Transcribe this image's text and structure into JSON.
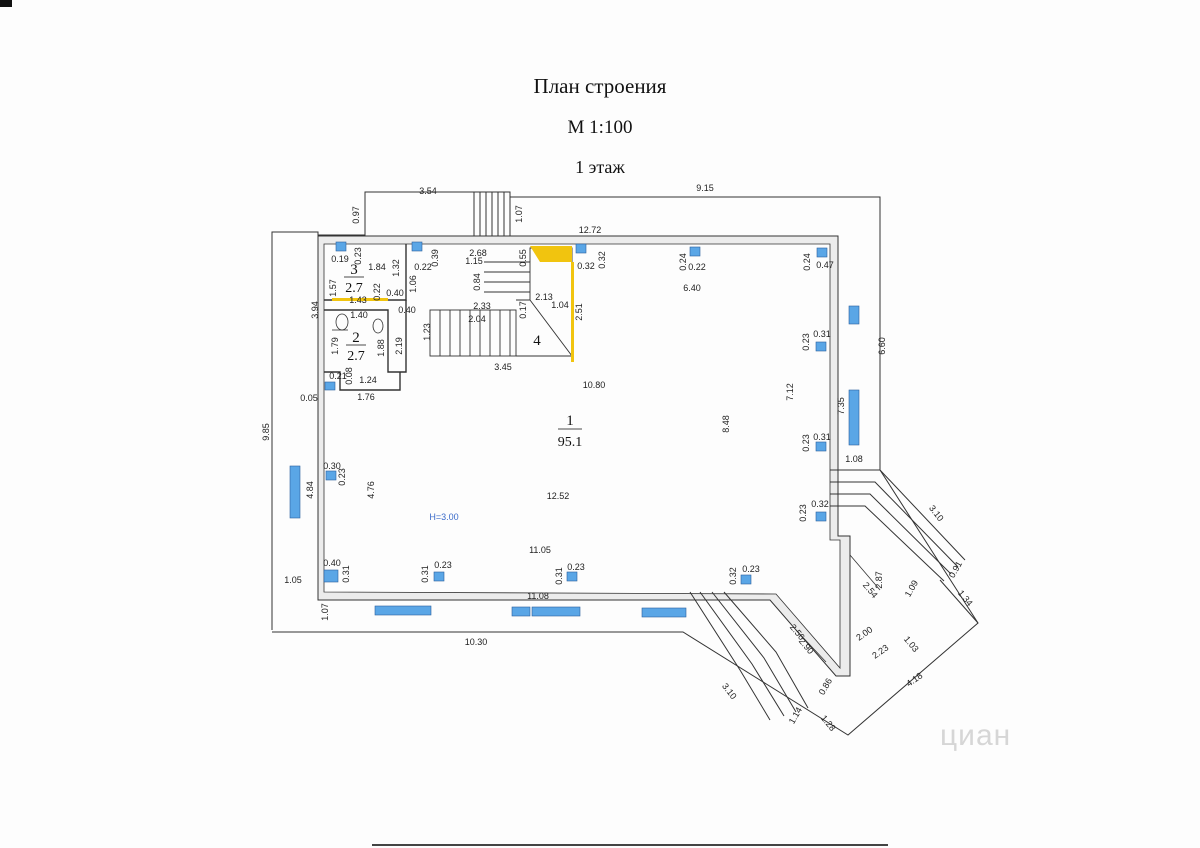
{
  "header": {
    "title": "План строения",
    "scale": "М 1:100",
    "floor": "1 этаж"
  },
  "rooms": [
    {
      "number": "1",
      "area": "95.1"
    },
    {
      "number": "2",
      "area": "2.7"
    },
    {
      "number": "3",
      "area": "2.7"
    },
    {
      "number": "4",
      "area": ""
    }
  ],
  "ceiling_height": "Н=3.00",
  "watermark": "циан",
  "colors": {
    "window": "#5aa6e6",
    "stair_highlight": "#f1c40f",
    "wall": "#cfcfcf"
  },
  "dimensions": {
    "d3_54": "3.54",
    "d9_15": "9.15",
    "d0_97": "0.97",
    "d1_07t": "1.07",
    "d12_72": "12.72",
    "d2_68": "2.68",
    "d0_39": "0.39",
    "d0_55": "0.55",
    "d0_32a": "0.32",
    "d0_32b": "0.32",
    "d0_24a": "0.24",
    "d0_22a": "0.22",
    "d0_24b": "0.24",
    "d0_47": "0.47",
    "d6_40": "6.40",
    "d0_19": "0.19",
    "d0_23a": "0.23",
    "d1_84": "1.84",
    "d1_32": "1.32",
    "d0_22b": "0.22",
    "d1_57": "1.57",
    "d1_06": "1.06",
    "d1_15": "1.15",
    "d0_84": "0.84",
    "d1_43": "1.43",
    "d0_40a": "0.40",
    "d0_22c": "0.22",
    "d2_13": "2.13",
    "d1_04": "1.04",
    "d2_33": "2.33",
    "d0_17": "0.17",
    "d3_94": "3.94",
    "d1_40": "1.40",
    "d0_40b": "0.40",
    "d2_04": "2.04",
    "d2_51": "2.51",
    "d1_23": "1.23",
    "d1_79": "1.79",
    "d1_88": "1.88",
    "d2_19": "2.19",
    "d0_31a": "0.31",
    "d0_23b": "0.23",
    "d6_60": "6.60",
    "d3_45": "3.45",
    "d0_08": "0.08",
    "d0_21": "0.21",
    "d1_24": "1.24",
    "d10_80": "10.80",
    "d7_12": "7.12",
    "d0_05": "0.05",
    "d1_76": "1.76",
    "d7_35": "7.35",
    "d9_85": "9.85",
    "d8_48": "8.48",
    "d0_31b": "0.31",
    "d0_23c": "0.23",
    "d1_08a": "1.08",
    "d0_30": "0.30",
    "d0_23d": "0.23",
    "d4_84": "4.84",
    "d4_76": "4.76",
    "d12_52": "12.52",
    "d3_10a": "3.10",
    "d0_32c": "0.32",
    "d0_23e": "0.23",
    "d11_05": "11.05",
    "d0_40c": "0.40",
    "d0_31c": "0.31",
    "d0_31d": "0.31",
    "d0_23f": "0.23",
    "d0_31e": "0.31",
    "d0_23g": "0.23",
    "d0_32d": "0.32",
    "d0_23h": "0.23",
    "d0_91": "0.91",
    "d2_87": "2.87",
    "d2_54": "2.54",
    "d1_09": "1.09",
    "d1_05": "1.05",
    "d11_08": "11.08",
    "d1_34": "1.34",
    "d1_07b": "1.07",
    "d2_56": "2.56",
    "d2_90": "2.90",
    "d2_00": "2.00",
    "d1_03": "1.03",
    "d2_23": "2.23",
    "d10_30": "10.30",
    "d4_18": "4.18",
    "d0_86": "0.86",
    "d3_10b": "3.10",
    "d1_14": "1.14",
    "d1_28": "1.28"
  }
}
